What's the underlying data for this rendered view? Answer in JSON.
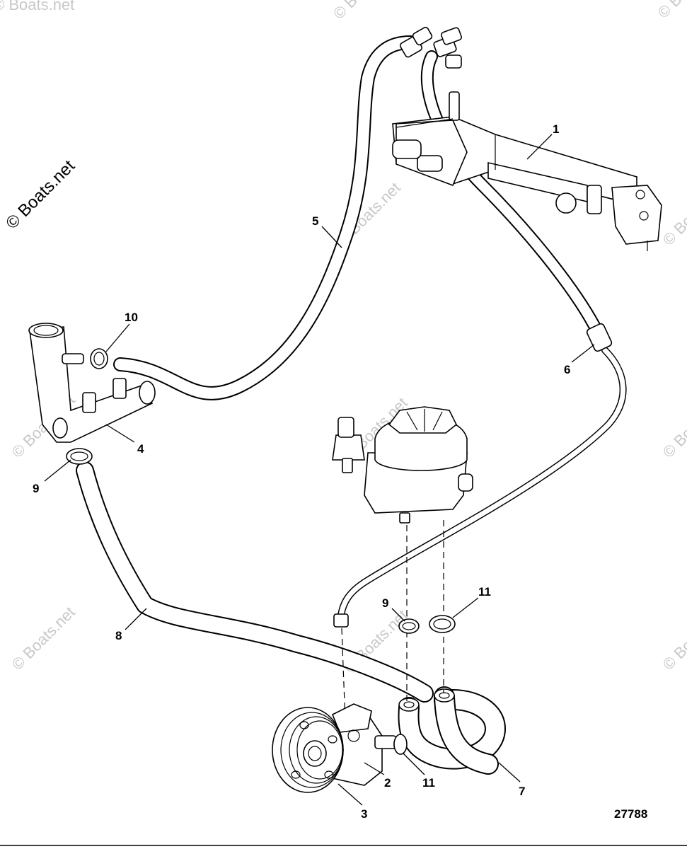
{
  "watermark": {
    "main": "© Boats.net",
    "repeat": "© Boats.net"
  },
  "callouts": [
    {
      "id": "c1",
      "label": "1"
    },
    {
      "id": "c2",
      "label": "2"
    },
    {
      "id": "c3",
      "label": "3"
    },
    {
      "id": "c4",
      "label": "4"
    },
    {
      "id": "c5",
      "label": "5"
    },
    {
      "id": "c6",
      "label": "6"
    },
    {
      "id": "c7",
      "label": "7"
    },
    {
      "id": "c8",
      "label": "8"
    },
    {
      "id": "c9a",
      "label": "9"
    },
    {
      "id": "c9b",
      "label": "9"
    },
    {
      "id": "c10",
      "label": "10"
    },
    {
      "id": "c11a",
      "label": "11"
    },
    {
      "id": "c11b",
      "label": "11"
    }
  ],
  "figure_number": "27788"
}
